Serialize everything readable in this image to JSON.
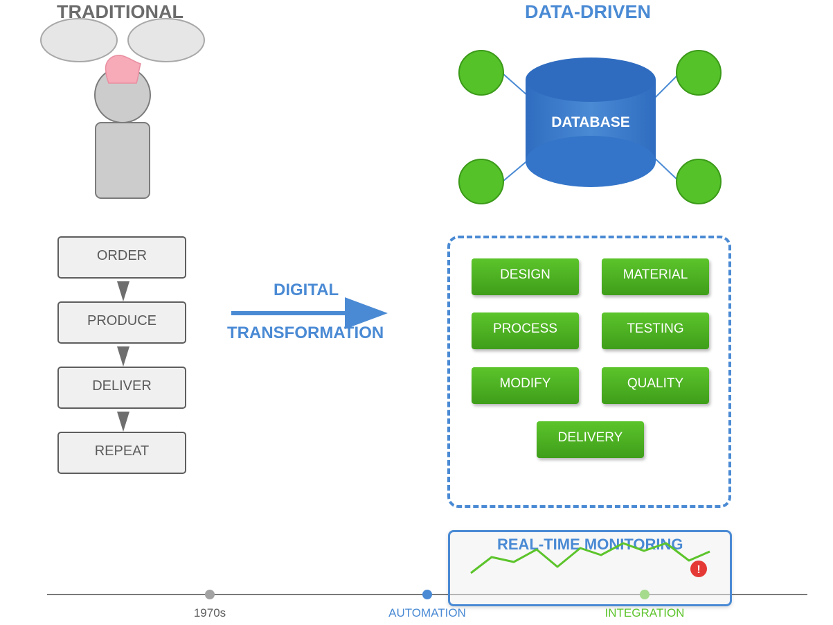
{
  "traditional": {
    "title": "TRADITIONAL",
    "steps": [
      "ORDER",
      "PRODUCE",
      "DELIVER",
      "REPEAT"
    ]
  },
  "data_driven": {
    "title": "DATA-DRIVEN",
    "database_label": "DATABASE",
    "stages": [
      "DESIGN",
      "MATERIAL",
      "PROCESS",
      "TESTING",
      "MODIFY",
      "QUALITY",
      "DELIVERY"
    ]
  },
  "transformation": {
    "line1": "DIGITAL",
    "line2": "TRANSFORMATION"
  },
  "monitoring": {
    "title": "REAL-TIME MONITORING",
    "alert_glyph": "!"
  },
  "timeline": {
    "milestones": [
      {
        "label": "1970s",
        "color": "#a3a3a3"
      },
      {
        "label": "AUTOMATION",
        "color": "#4a8ad4"
      },
      {
        "label": "INTEGRATION",
        "color": "#5cc42b"
      }
    ]
  },
  "colors": {
    "accent_blue": "#4a8ad4",
    "accent_green": "#5cc42b",
    "neutral_gray": "#6b6b6b",
    "alert_red": "#e53935",
    "figure_pink": "#f7aab8"
  },
  "icons": {
    "worker": "person-icon",
    "thought": "thought-bubble-icon",
    "database": "database-cylinder-icon",
    "node": "node-circle-icon",
    "alert": "alert-icon"
  }
}
